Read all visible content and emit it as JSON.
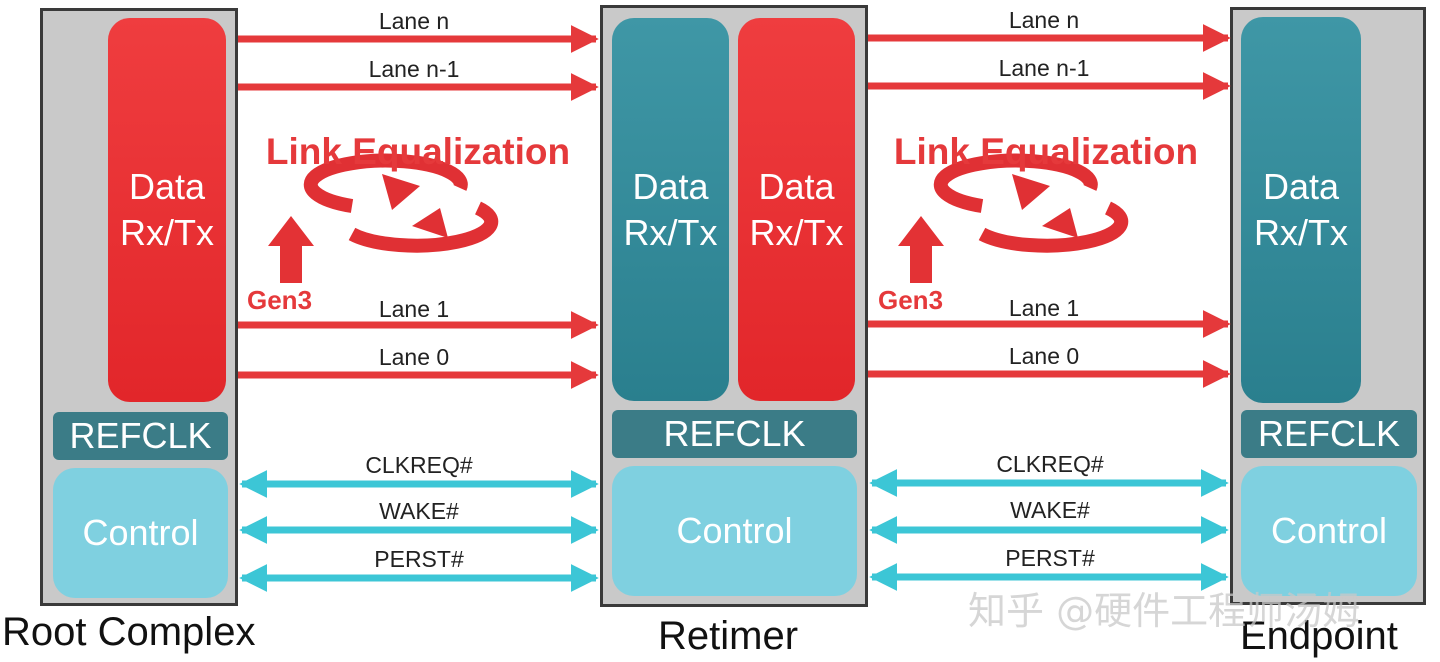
{
  "devices": {
    "root_complex": {
      "caption": "Root Complex",
      "data_label": "Data\nRx/Tx",
      "refclk": "REFCLK",
      "control": "Control"
    },
    "retimer": {
      "caption": "Retimer",
      "data_label_left": "Data\nRx/Tx",
      "data_label_right": "Data\nRx/Tx",
      "refclk": "REFCLK",
      "control": "Control"
    },
    "endpoint": {
      "caption": "Endpoint",
      "data_label": "Data\nRx/Tx",
      "refclk": "REFCLK",
      "control": "Control"
    }
  },
  "links": {
    "left": {
      "lanes": [
        "Lane n",
        "Lane n-1",
        "Lane 1",
        "Lane 0"
      ],
      "equalization": "Link Equalization",
      "gen": "Gen3",
      "sidebands": [
        "CLKREQ#",
        "WAKE#",
        "PERST#"
      ]
    },
    "right": {
      "lanes": [
        "Lane n",
        "Lane n-1",
        "Lane 1",
        "Lane 0"
      ],
      "equalization": "Link Equalization",
      "gen": "Gen3",
      "sidebands": [
        "CLKREQ#",
        "WAKE#",
        "PERST#"
      ]
    }
  },
  "colors": {
    "lane_arrow": "#e5393b",
    "sideband_arrow": "#3cc6d6",
    "data_red": "#e2262a",
    "data_teal": "#2a7f8e",
    "refclk": "#3b7c87",
    "control": "#7fd0e0"
  },
  "watermark": "知乎 @硬件工程师汤姆"
}
